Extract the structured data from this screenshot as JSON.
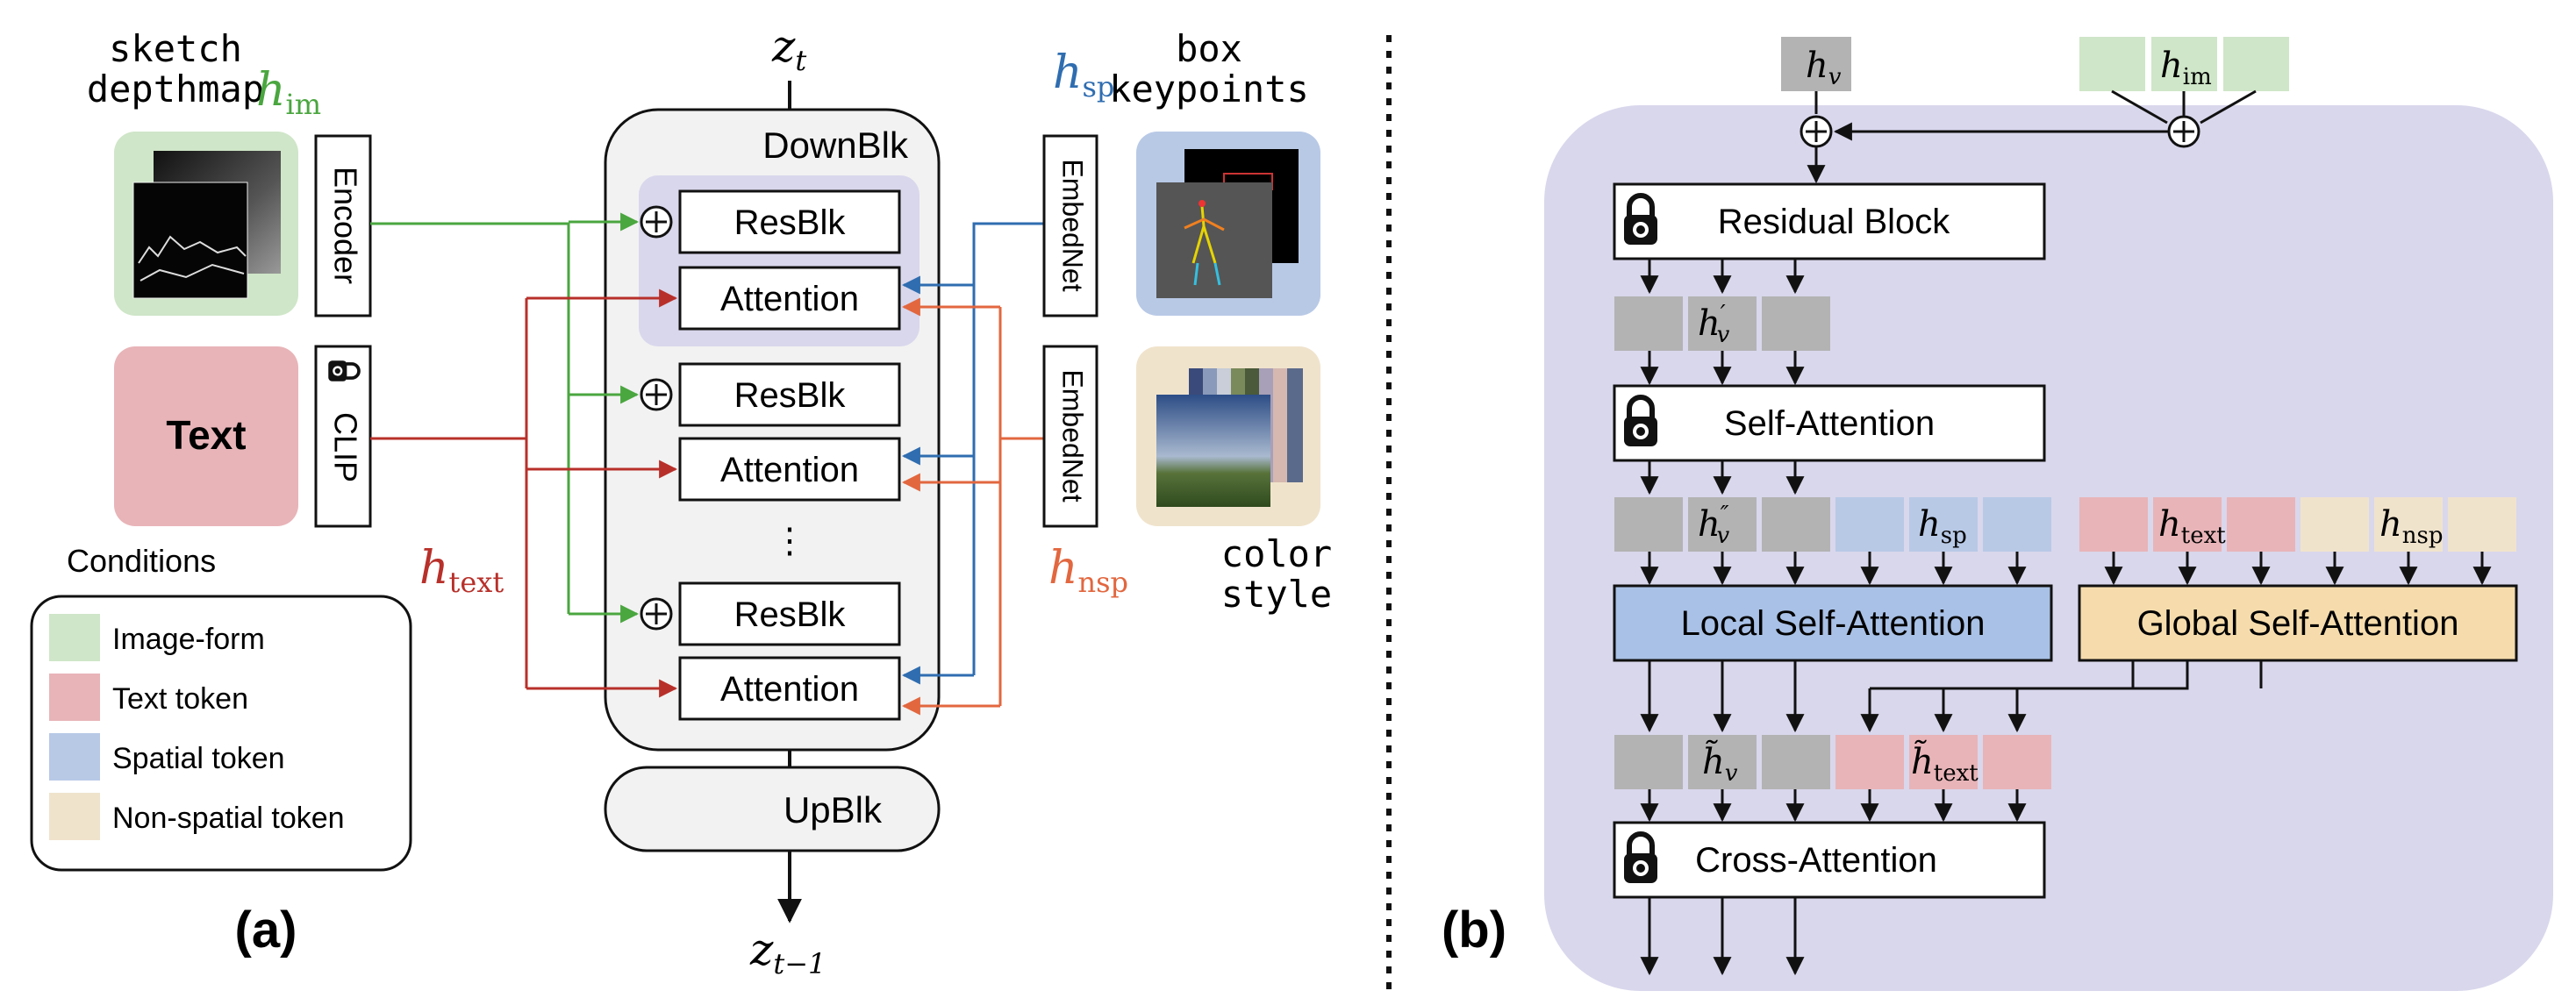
{
  "panel_a": {
    "label": "(a)",
    "sketch_label": "sketch",
    "depthmap_label": "depthmap",
    "h_im": {
      "base": "h",
      "sub": "im"
    },
    "h_text": {
      "base": "h",
      "sub": "text"
    },
    "h_sp": {
      "base": "h",
      "sub": "sp"
    },
    "h_nsp": {
      "base": "h",
      "sub": "nsp"
    },
    "encoder_label": "Encoder",
    "clip_label": "CLIP",
    "text_box_label": "Text",
    "box_label": "box",
    "keypoints_label": "keypoints",
    "color_label": "color",
    "style_label": "style",
    "embednet_label": "EmbedNet",
    "z_t": {
      "base": "z",
      "sub": "t"
    },
    "z_t_1": {
      "base": "z",
      "sub": "t−1"
    },
    "downblk_label": "DownBlk",
    "upblk_label": "UpBlk",
    "resblk_label": "ResBlk",
    "attention_label": "Attention",
    "ellipsis": "⋮",
    "conditions_title": "Conditions",
    "legend": [
      {
        "label": "Image-form",
        "color": "#cfe6c8"
      },
      {
        "label": "Text token",
        "color": "#e8b4b8"
      },
      {
        "label": "Spatial token",
        "color": "#b8c9e6"
      },
      {
        "label": "Non-spatial token",
        "color": "#f0e3cc"
      }
    ]
  },
  "panel_b": {
    "label": "(b)",
    "h_v": {
      "base": "h",
      "sub": "v"
    },
    "h_im": {
      "base": "h",
      "sub": "im"
    },
    "residual_block": "Residual Block",
    "h_v_prime": {
      "base": "h",
      "sub": "v",
      "sup": "′"
    },
    "self_attention": "Self-Attention",
    "h_v_dprime": {
      "base": "h",
      "sub": "v",
      "sup": "″"
    },
    "h_sp": {
      "base": "h",
      "sub": "sp"
    },
    "h_text": {
      "base": "h",
      "sub": "text"
    },
    "h_nsp": {
      "base": "h",
      "sub": "nsp"
    },
    "local_self_attention": "Local Self-Attention",
    "global_self_attention": "Global Self-Attention",
    "h_v_tilde": {
      "base": "h̃",
      "sub": "v"
    },
    "h_text_tilde": {
      "base": "h̃",
      "sub": "text"
    },
    "cross_attention": "Cross-Attention"
  },
  "colors": {
    "green": "#4aa63f",
    "red": "#b8302a",
    "blue": "#2f6db0",
    "orange": "#e2673f",
    "image_form": "#cfe6c8",
    "text_token": "#e8b4b8",
    "spatial_token": "#b8c9e6",
    "nonspatial_token": "#f0e3cc",
    "panel_b_bg": "#d9d7ec",
    "gray_token": "#b3b3b3",
    "local_attn": "#a9c1e6",
    "global_attn": "#f6dcac"
  }
}
